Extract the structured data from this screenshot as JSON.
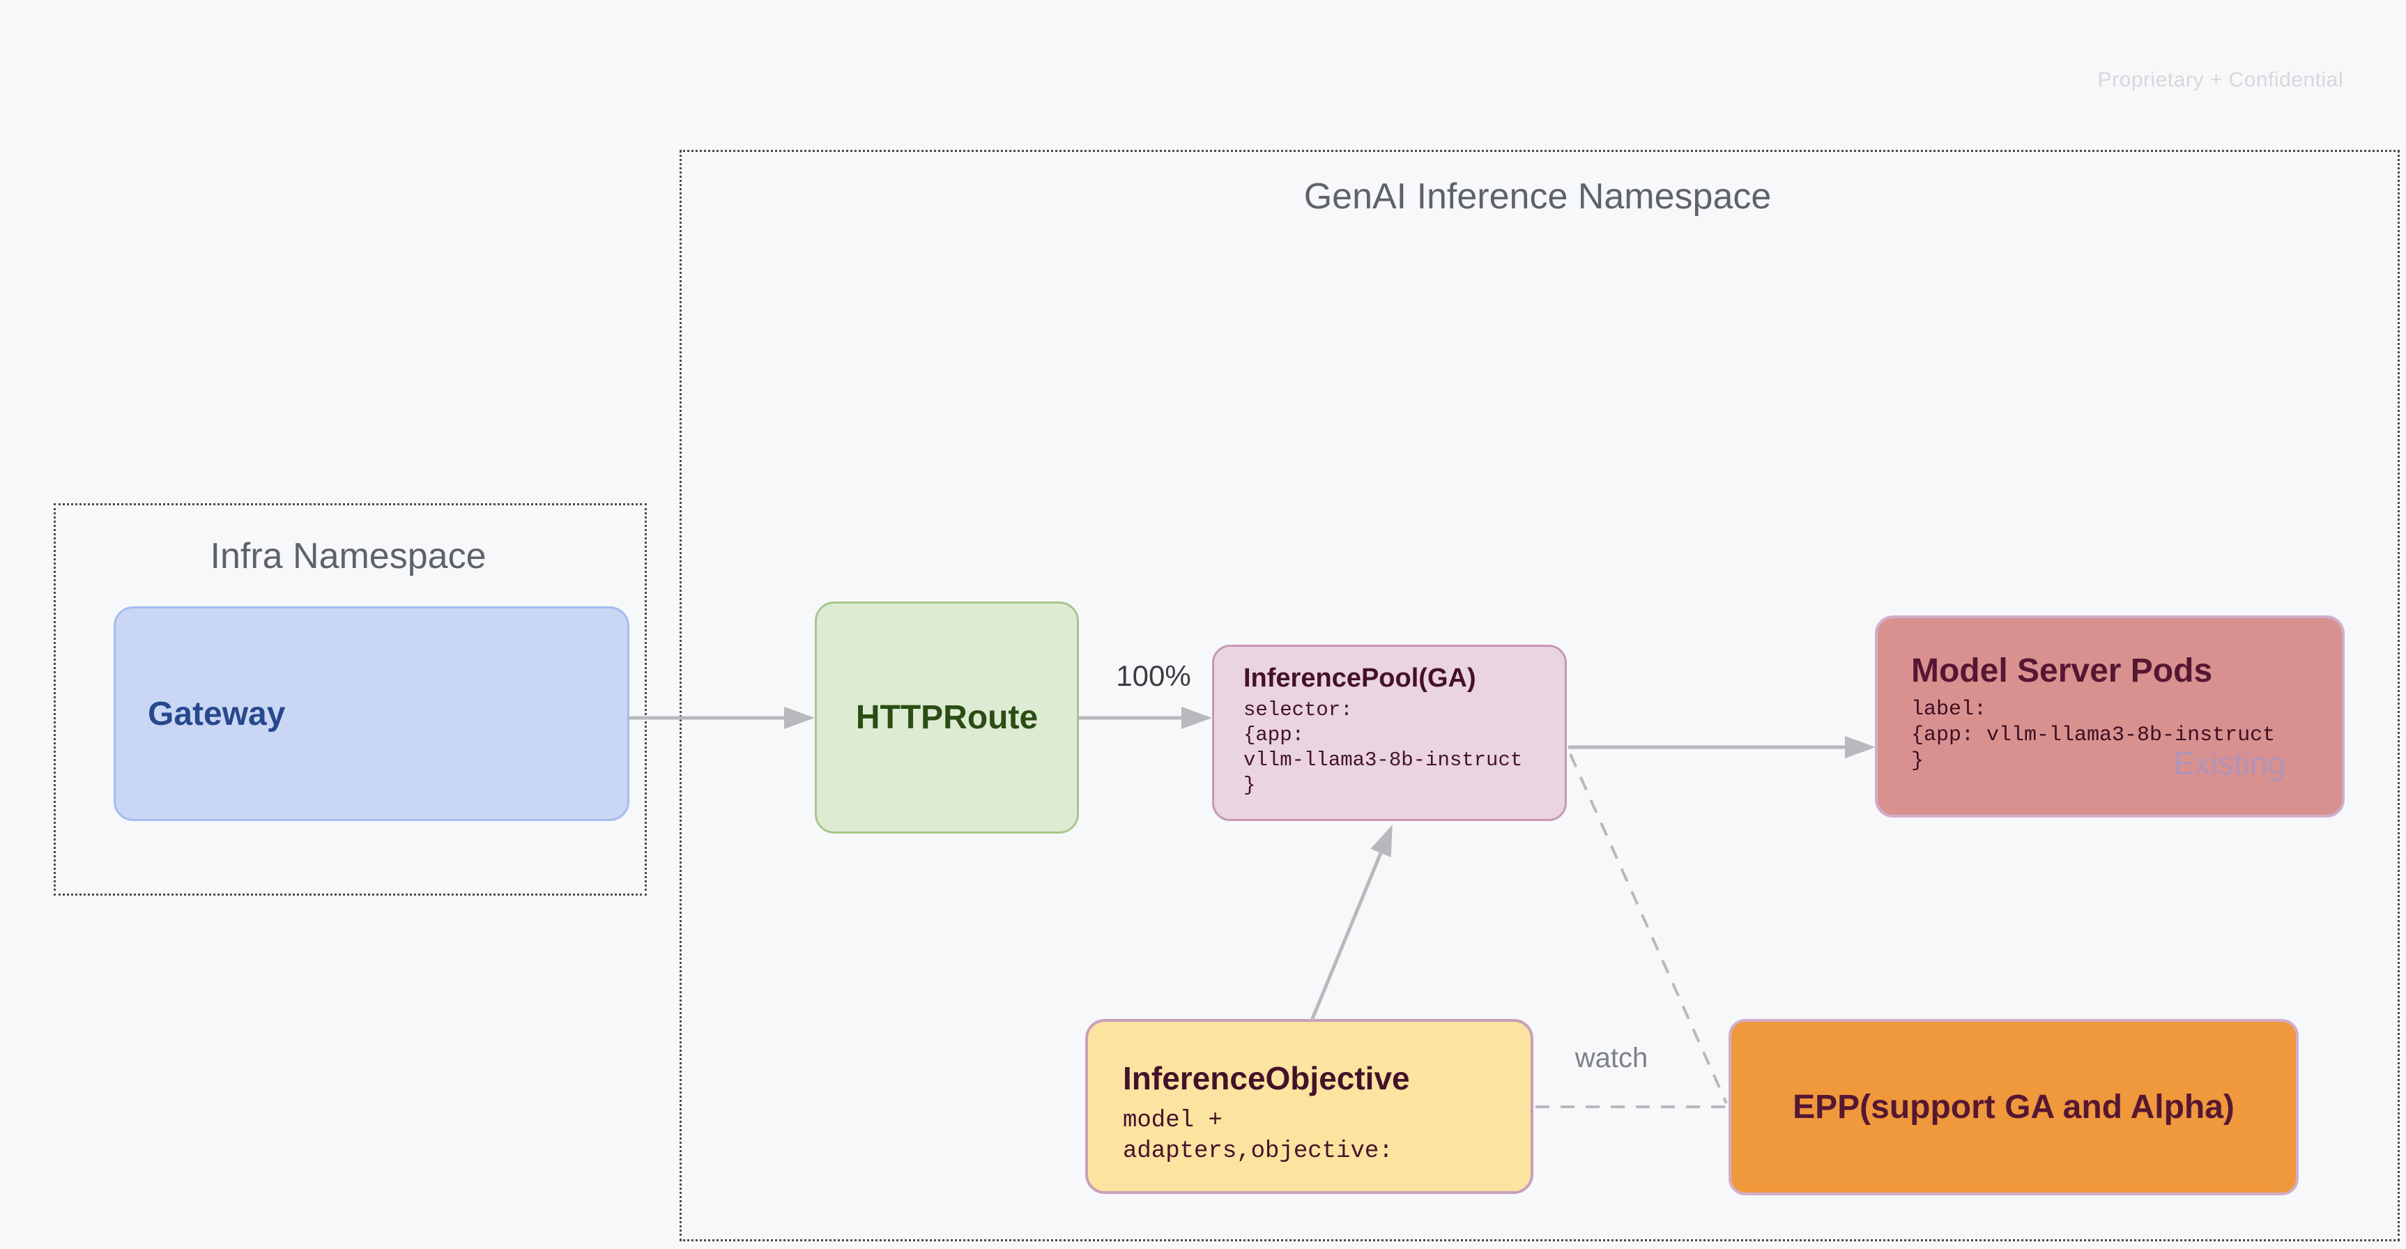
{
  "page": {
    "watermark": "Proprietary + Confidential"
  },
  "namespaces": {
    "genai": {
      "title": "GenAI Inference Namespace"
    },
    "infra": {
      "title": "Infra Namespace"
    }
  },
  "nodes": {
    "gateway": {
      "label": "Gateway"
    },
    "httproute": {
      "label": "HTTPRoute"
    },
    "inference_pool": {
      "title": "InferencePool(GA)",
      "code": "selector:\n{app:\nvllm-llama3-8b-instruct\n}"
    },
    "model_server_pods": {
      "title": "Model Server Pods",
      "code": "label:\n{app: vllm-llama3-8b-instruct\n}",
      "badge": "Existing"
    },
    "inference_objective": {
      "title": "InferenceObjective",
      "code": "model +\nadapters,objective:"
    },
    "epp": {
      "label": "EPP(support GA and Alpha)"
    }
  },
  "edges": {
    "route_weight_label": "100%",
    "watch_label": "watch"
  },
  "colors": {
    "gateway_fill": "#c9d7f4",
    "gateway_border": "#a5bcec",
    "gateway_text": "#27488f",
    "httproute_fill": "#ddebd3",
    "httproute_border": "#a6c78c",
    "httproute_text": "#2b4d14",
    "pool_fill": "#e9d4df",
    "pool_border": "#c898b5",
    "pool_text": "#451129",
    "pods_fill": "#d9918f",
    "pods_border": "#d1aecb",
    "pods_text": "#561733",
    "objective_fill": "#fbe3a0",
    "objective_border": "#c99fba",
    "objective_text": "#451129",
    "epp_fill": "#f0983c",
    "epp_border": "#d3adca",
    "epp_text": "#561733",
    "arrow": "#b7b9bc",
    "existing_text": "#b293b8"
  }
}
